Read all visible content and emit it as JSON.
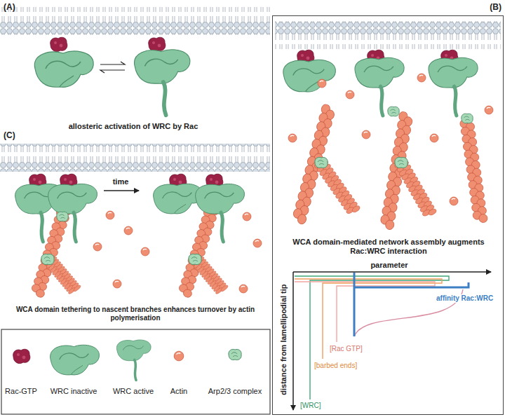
{
  "diagram": {
    "nodes": [
      {
        "text": [
          "(B)",
          "WCA domain-mediated network assembly augments Rac:WRC interaction"
        ]
      }
    ],
    "labels": [
      "(A)",
      "allosteric activation of WRC by Rac",
      "(C)",
      "time",
      "WCA domain tethering to nascent branches enhances turnover by actin polymerisation",
      "parameter",
      "distance from lamellipodial tip",
      "affinity Rac:WRC",
      "[Rac GTP]",
      "[barbed ends]",
      "[WRC]"
    ],
    "legend": [
      {
        "text": "Rac-GTP"
      },
      {
        "text": "WRC inactive"
      },
      {
        "text": "WRC active"
      },
      {
        "text": "Actin"
      },
      {
        "text": "Arp2/3 complex"
      }
    ]
  }
}
